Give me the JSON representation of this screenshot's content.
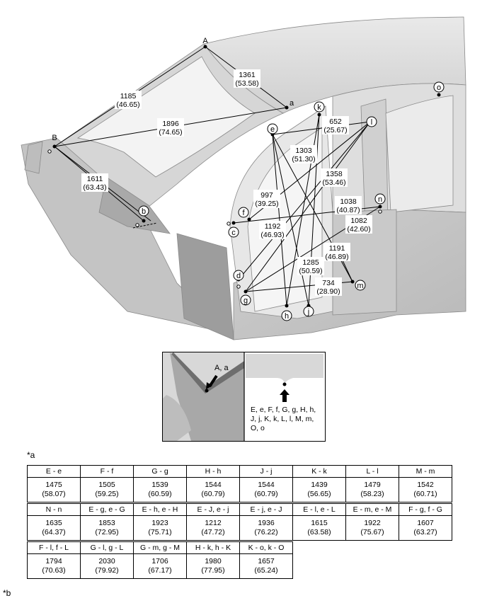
{
  "diagram": {
    "points": [
      "A",
      "a",
      "B",
      "b",
      "c",
      "d",
      "e",
      "f",
      "g",
      "h",
      "j",
      "k",
      "l",
      "m",
      "n",
      "o"
    ],
    "dimensions": [
      {
        "mm": "1361",
        "in": "(53.58)"
      },
      {
        "mm": "1185",
        "in": "(46.65)"
      },
      {
        "mm": "1896",
        "in": "(74.65)"
      },
      {
        "mm": "1611",
        "in": "(63.43)"
      },
      {
        "mm": "652",
        "in": "(25.67)"
      },
      {
        "mm": "1303",
        "in": "(51.30)"
      },
      {
        "mm": "1358",
        "in": "(53.46)"
      },
      {
        "mm": "997",
        "in": "(39.25)"
      },
      {
        "mm": "1038",
        "in": "(40.87)"
      },
      {
        "mm": "1082",
        "in": "(42.60)"
      },
      {
        "mm": "1192",
        "in": "(46.93)"
      },
      {
        "mm": "1191",
        "in": "(46.89)"
      },
      {
        "mm": "1285",
        "in": "(50.59)"
      },
      {
        "mm": "734",
        "in": "(28.90)"
      }
    ]
  },
  "inset": {
    "left_label": "A, a",
    "right_lines": [
      "E, e, F, f, G, g, H, h,",
      "J, j, K, k, L, l, M, m,",
      "O, o"
    ]
  },
  "notes": {
    "a": "*a",
    "b": "*b"
  },
  "table": {
    "rows": [
      [
        {
          "label": "E - e",
          "mm": "1475",
          "in": "(58.07)"
        },
        {
          "label": "F - f",
          "mm": "1505",
          "in": "(59.25)"
        },
        {
          "label": "G - g",
          "mm": "1539",
          "in": "(60.59)"
        },
        {
          "label": "H - h",
          "mm": "1544",
          "in": "(60.79)"
        },
        {
          "label": "J - j",
          "mm": "1544",
          "in": "(60.79)"
        },
        {
          "label": "K - k",
          "mm": "1439",
          "in": "(56.65)"
        },
        {
          "label": "L - l",
          "mm": "1479",
          "in": "(58.23)"
        },
        {
          "label": "M - m",
          "mm": "1542",
          "in": "(60.71)"
        }
      ],
      [
        {
          "label": "N - n",
          "mm": "1635",
          "in": "(64.37)"
        },
        {
          "label": "E - g, e - G",
          "mm": "1853",
          "in": "(72.95)"
        },
        {
          "label": "E - h, e - H",
          "mm": "1923",
          "in": "(75.71)"
        },
        {
          "label": "E - J, e - j",
          "mm": "1212",
          "in": "(47.72)"
        },
        {
          "label": "E - j, e - J",
          "mm": "1936",
          "in": "(76.22)"
        },
        {
          "label": "E - l, e - L",
          "mm": "1615",
          "in": "(63.58)"
        },
        {
          "label": "E - m, e - M",
          "mm": "1922",
          "in": "(75.67)"
        },
        {
          "label": "F - g, f - G",
          "mm": "1607",
          "in": "(63.27)"
        }
      ],
      [
        {
          "label": "F - l, f - L",
          "mm": "1794",
          "in": "(70.63)"
        },
        {
          "label": "G - l, g - L",
          "mm": "2030",
          "in": "(79.92)"
        },
        {
          "label": "G - m, g - M",
          "mm": "1706",
          "in": "(67.17)"
        },
        {
          "label": "H - k, h - K",
          "mm": "1980",
          "in": "(77.95)"
        },
        {
          "label": "K - o, k - O",
          "mm": "1657",
          "in": "(65.24)"
        }
      ]
    ]
  }
}
